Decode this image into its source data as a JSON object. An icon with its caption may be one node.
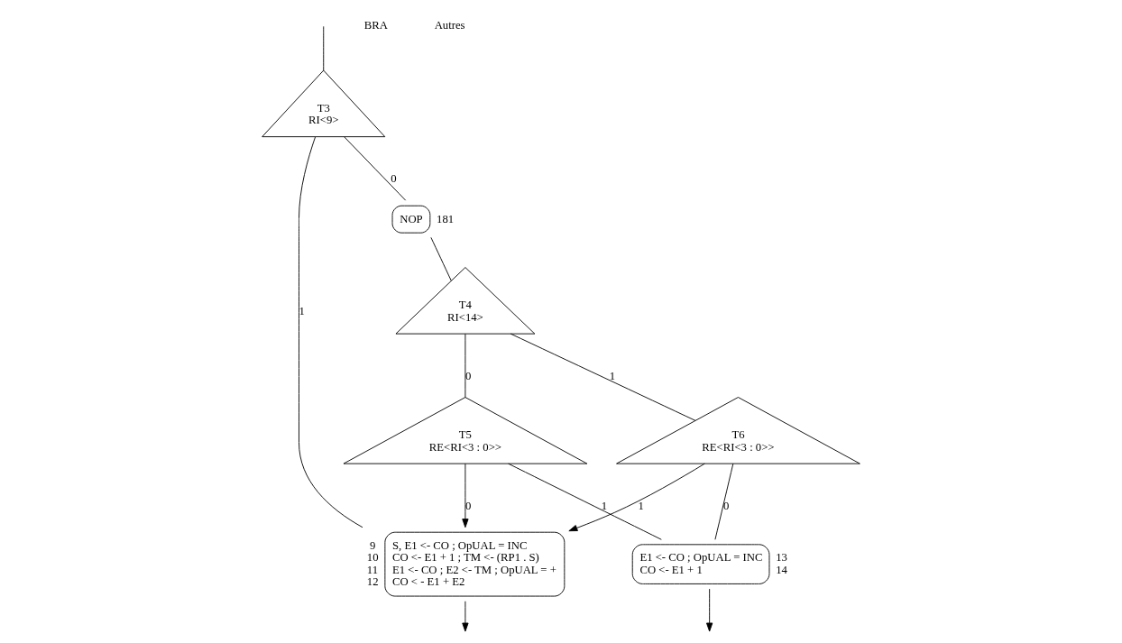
{
  "diagram": {
    "nodes": [
      {
        "text": [
          "T3",
          "RI<9>"
        ]
      },
      {
        "text": [
          "NOP"
        ],
        "beside": [
          "181"
        ]
      },
      {
        "text": [
          "T4",
          "RI<14>"
        ]
      },
      {
        "text": [
          "T5",
          "RE<RI<3 : 0>>"
        ]
      },
      {
        "text": [
          "T6",
          "RE<RI<3 : 0>>"
        ]
      },
      {
        "text": [
          "S, E1 <- CO ; OpUAL = INC",
          "CO <- E1 + 1 ; TM <- (RP1 . S)",
          "E1 <- CO ; E2 <- TM ; OpUAL = +",
          "CO < - E1 + E2"
        ],
        "beside": [
          "9",
          "10",
          "11",
          "12"
        ]
      },
      {
        "text": [
          "E1 <- CO ; OpUAL = INC",
          "CO <- E1 + 1"
        ],
        "beside": [
          "13",
          "14"
        ]
      }
    ],
    "edges": [
      {
        "from": null,
        "to": 0,
        "arrow": "none"
      },
      {
        "from": 0,
        "to": 5,
        "arrow": "none",
        "label": "1"
      },
      {
        "from": 0,
        "to": 1,
        "arrow": "none",
        "label": "0"
      },
      {
        "from": 1,
        "to": 2,
        "arrow": "none"
      },
      {
        "from": 2,
        "to": 3,
        "arrow": "none",
        "label": "0"
      },
      {
        "from": 2,
        "to": 4,
        "arrow": "none",
        "label": "1"
      },
      {
        "from": 3,
        "to": 5,
        "arrow": "to",
        "label": "0"
      },
      {
        "from": 3,
        "to": 6,
        "arrow": "none",
        "label": "1"
      },
      {
        "from": 4,
        "to": 5,
        "arrow": "to",
        "label": "1"
      },
      {
        "from": 4,
        "to": 6,
        "arrow": "none",
        "label": "0"
      },
      {
        "from": 5,
        "to": null,
        "arrow": "to"
      },
      {
        "from": 6,
        "to": null,
        "arrow": "to"
      }
    ],
    "labels": [
      "BRA",
      "Autres"
    ]
  }
}
